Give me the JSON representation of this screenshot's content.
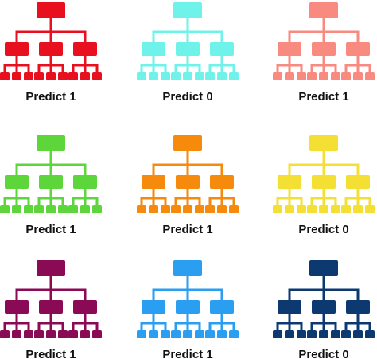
{
  "trees": [
    {
      "label": "Predict 1",
      "color": "#e8101e"
    },
    {
      "label": "Predict 0",
      "color": "#6ff2ea"
    },
    {
      "label": "Predict 1",
      "color": "#f88a80"
    },
    {
      "label": "Predict 1",
      "color": "#5cd63a"
    },
    {
      "label": "Predict 1",
      "color": "#f58a0c"
    },
    {
      "label": "Predict 0",
      "color": "#f4e035"
    },
    {
      "label": "Predict 1",
      "color": "#8a0a55"
    },
    {
      "label": "Predict 1",
      "color": "#2a9ef0"
    },
    {
      "label": "Predict 0",
      "color": "#0c3a70"
    }
  ]
}
